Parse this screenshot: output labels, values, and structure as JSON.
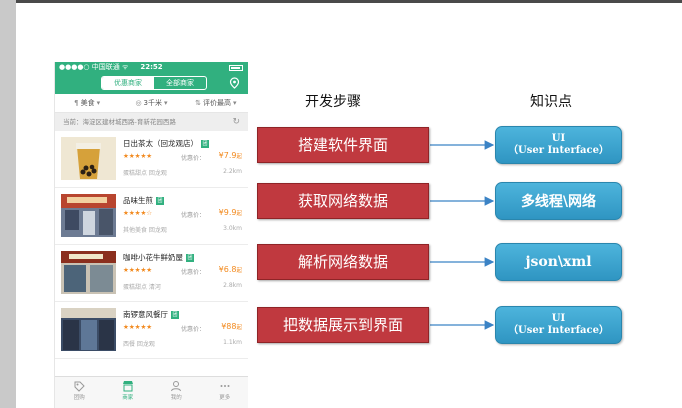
{
  "phone": {
    "status": {
      "carrier": "●●●●○ 中国联通 ᯤ",
      "time": "22:52"
    },
    "segment": {
      "active": "优惠商家",
      "inactive": "全部商家"
    },
    "filters": [
      {
        "icon": "food-icon",
        "label": "美食"
      },
      {
        "icon": "location-icon",
        "label": "3千米"
      },
      {
        "icon": "sort-icon",
        "label": "评价最高"
      }
    ],
    "location_text": "当前：海淀区建材城西路-育新花园西路",
    "price_label": "优惠价：",
    "items": [
      {
        "name": "日出茶太（回龙观店）",
        "stars": "★★★★★",
        "price": "¥7.9",
        "price_unit": "起",
        "tags": "蛋糕甜点 回龙观",
        "distance": "2.2km"
      },
      {
        "name": "品味生煎",
        "stars": "★★★★☆",
        "price": "¥9.9",
        "price_unit": "起",
        "tags": "其他美食 回龙观",
        "distance": "3.0km"
      },
      {
        "name": "咖啡小花牛鲜奶屋",
        "stars": "★★★★★",
        "price": "¥6.8",
        "price_unit": "起",
        "tags": "蛋糕甜点 清河",
        "distance": "2.8km"
      },
      {
        "name": "南锣意风餐厅",
        "stars": "★★★★★",
        "price": "¥88",
        "price_unit": "起",
        "tags": "西餐 回龙观",
        "distance": "1.1km"
      }
    ],
    "tabs": [
      {
        "label": "团购",
        "icon": "tag-icon"
      },
      {
        "label": "商家",
        "icon": "store-icon"
      },
      {
        "label": "我的",
        "icon": "user-icon"
      },
      {
        "label": "更多",
        "icon": "more-icon"
      }
    ]
  },
  "diagram": {
    "headers": {
      "steps": "开发步骤",
      "knowledge": "知识点"
    },
    "rows": [
      {
        "step": "搭建软件界面",
        "kp_line1": "UI",
        "kp_line2": "（User Interface）"
      },
      {
        "step": "获取网络数据",
        "kp_line1": "多线程\\网络",
        "kp_line2": ""
      },
      {
        "step": "解析网络数据",
        "kp_line1": "json\\xml",
        "kp_line2": ""
      },
      {
        "step": "把数据展示到界面",
        "kp_line1": "UI",
        "kp_line2": "（User Interface）"
      }
    ]
  },
  "colors": {
    "brand_green": "#31b07f",
    "step_red": "#c0393f",
    "kp_blue": "#3aa3cf",
    "price_orange": "#f2891d"
  }
}
